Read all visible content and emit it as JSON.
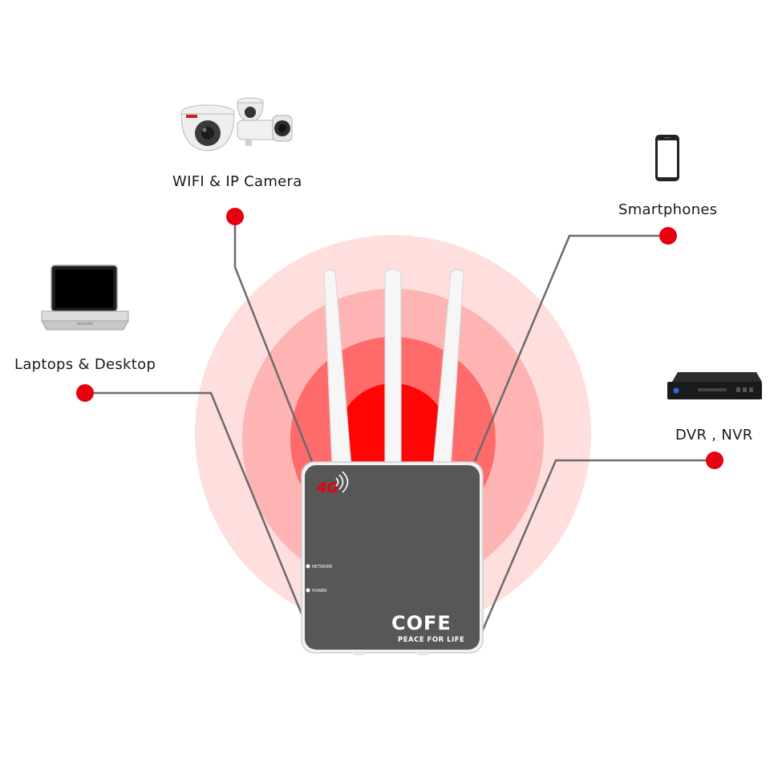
{
  "devices": {
    "camera": {
      "label": "WIFI & IP Camera",
      "icon": "ip-camera-icon"
    },
    "smartphone": {
      "label": "Smartphones",
      "icon": "smartphone-icon"
    },
    "laptop": {
      "label": "Laptops & Desktop",
      "icon": "laptop-icon"
    },
    "dvr": {
      "label": "DVR , NVR",
      "icon": "dvr-icon"
    }
  },
  "router": {
    "badge": "4G",
    "indicators": [
      "NETWORK",
      "POWER"
    ],
    "brand": "COFE",
    "tagline": "PEACE FOR LIFE"
  },
  "colors": {
    "accent": "#e8000f",
    "router_body": "#575757",
    "connector": "#6b6b6b",
    "ring_outer": "#ffdede",
    "ring_2": "#ffb3b3",
    "ring_3": "#ff6b6b",
    "ring_core": "#ff0000"
  }
}
